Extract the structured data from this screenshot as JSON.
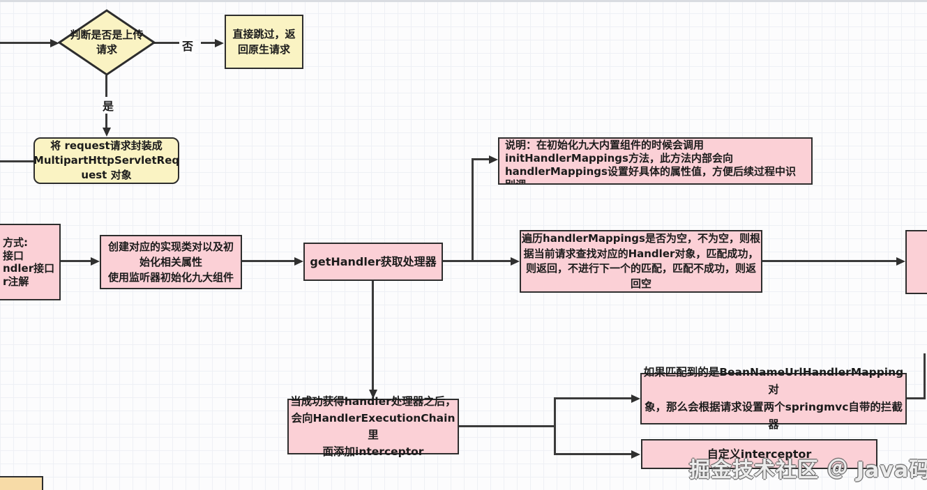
{
  "diagram": {
    "nodes": {
      "diamond_upload": {
        "text": "判断是否是上传\n请求"
      },
      "skip_return": {
        "text": "直接跳过，返\n回原生请求"
      },
      "wrap_request": {
        "text": "将 request请求封装成\nMultipartHttpServletReq\nuest 对象"
      },
      "left_cut_box": {
        "text": "方式:\n接口\nndler接口\nr注解"
      },
      "create_impl": {
        "text": "创建对应的实现类对以及初\n始化相关属性\n使用监听器初始化九大组件"
      },
      "get_handler": {
        "text": "getHandler获取处理器"
      },
      "note_init": {
        "text": "说明：在初始化九大内置组件的时候会调用\ninitHandlerMappings方法，此方法内部会向\nhandlerMappings设置好具体的属性值，方便后续过程中识别调\n用，完成controller信息设置工作"
      },
      "traverse_mappings": {
        "text": "遍历handlerMappings是否为空，不为空，则根\n据当前请求查找对应的Handler对象，匹配成功，\n则返回，不进行下一个的匹配，匹配不成功，则返\n回空"
      },
      "add_interceptor": {
        "text": "当成功获得handler处理器之后，\n会向HandlerExecutionChain里\n面添加interceptor"
      },
      "beanname_mapping": {
        "text": "如果匹配到的是BeanNameUrlHandlerMapping对\n象，那么会根据请求设置两个springmvc自带的拦截器"
      },
      "custom_interceptor": {
        "text": "自定义interceptor"
      }
    },
    "edge_labels": {
      "no": "否",
      "yes": "是"
    },
    "watermark": "掘金技术社区 ＠ Java码农田",
    "colors": {
      "node_pink": "#fbd0d6",
      "node_yellow": "#faf3c3",
      "node_orange": "#f7dba7",
      "line": "#3a3a3a"
    }
  }
}
